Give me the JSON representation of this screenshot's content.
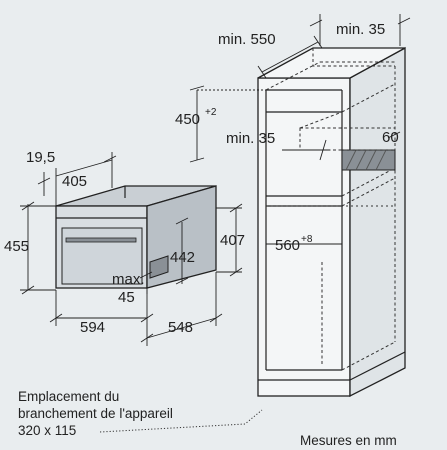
{
  "dimensions": {
    "cabinet_depth_min": "min. 550",
    "cabinet_side_min": "min. 35",
    "niche_height_base": "450",
    "niche_height_tol": "+2",
    "ventilation_min": "min. 35",
    "ventilation_depth": "60",
    "niche_width_base": "560",
    "niche_width_tol": "+8",
    "oven_offset": "19,5",
    "oven_depth_top": "405",
    "oven_height": "455",
    "oven_inner_height": "442",
    "oven_side_height": "407",
    "max_label": "max.",
    "max_value": "45",
    "oven_width": "594",
    "oven_depth": "548"
  },
  "notes": {
    "connection_line1": "Emplacement du",
    "connection_line2": "branchement de l'appareil",
    "connection_line3": "320 x 115",
    "units": "Mesures en mm"
  }
}
